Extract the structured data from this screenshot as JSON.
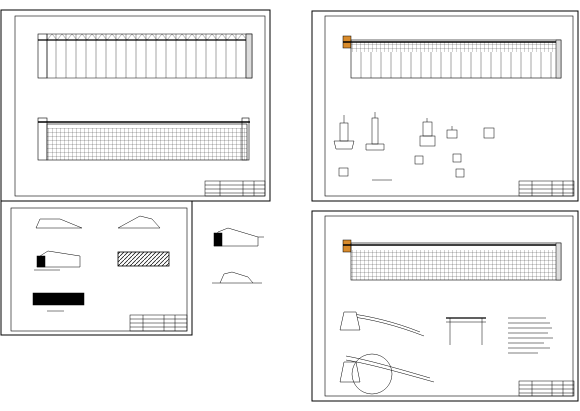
{
  "sheets": [
    {
      "id": "sheet-1",
      "title_block": {
        "rows": 4,
        "cols": 3
      }
    },
    {
      "id": "sheet-2",
      "title_block": {
        "rows": 4,
        "cols": 3
      }
    },
    {
      "id": "sheet-3",
      "title_block": {
        "rows": 4,
        "cols": 3
      }
    },
    {
      "id": "sheet-4",
      "title_block": {
        "rows": 4,
        "cols": 3
      }
    }
  ],
  "colors": {
    "line": "#000000",
    "background": "#ffffff",
    "accent": "#d98b2b"
  }
}
